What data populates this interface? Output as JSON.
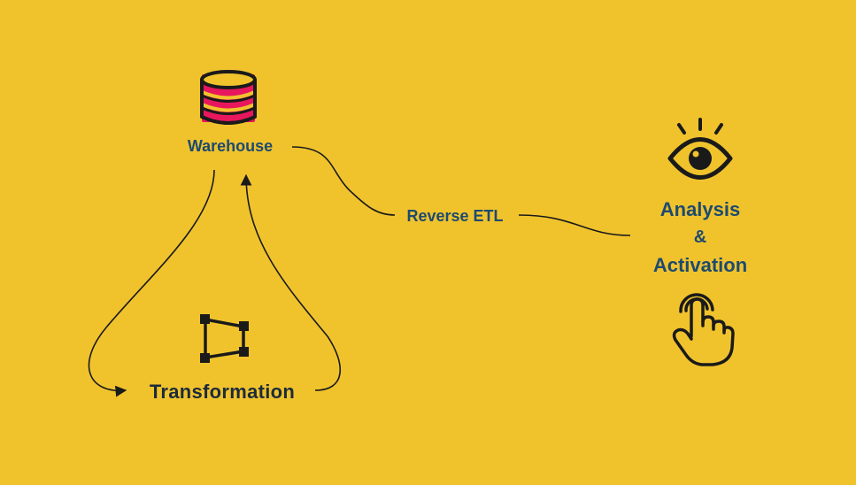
{
  "colors": {
    "background": "#F0C32D",
    "label_blue": "#1E4A6E",
    "label_dark": "#1D2B3A",
    "database_pink": "#E8175D",
    "stroke": "#1A1A1A"
  },
  "nodes": {
    "warehouse": {
      "label": "Warehouse",
      "icon": "database-icon"
    },
    "transformation": {
      "label": "Transformation",
      "icon": "polygon-nodes-icon"
    },
    "analysis": {
      "line1": "Analysis",
      "line2": "&",
      "line3": "Activation",
      "icons": [
        "eye-icon",
        "tap-hand-icon"
      ]
    }
  },
  "edges": {
    "reverse_etl": {
      "label": "Reverse ETL"
    }
  }
}
